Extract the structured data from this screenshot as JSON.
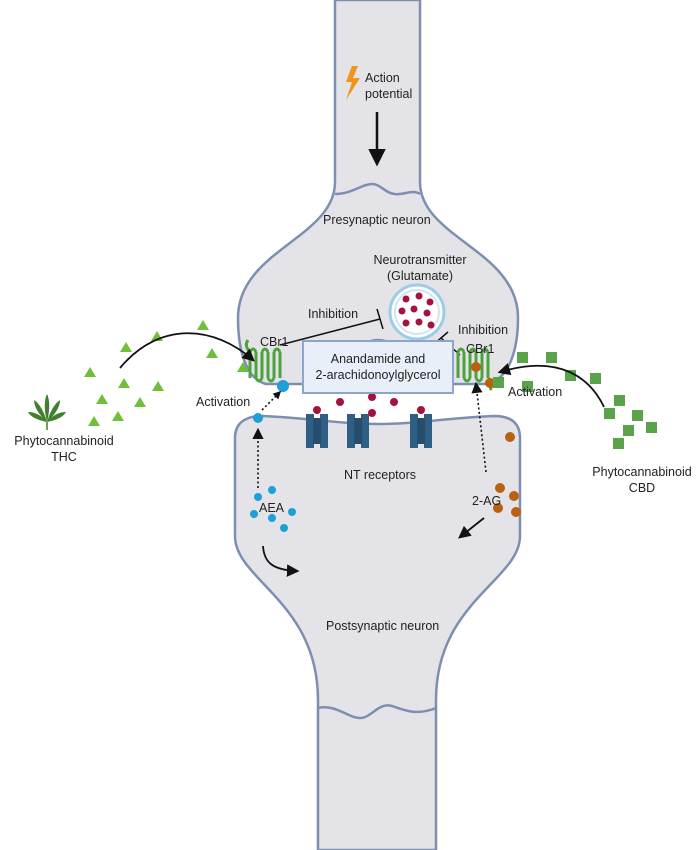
{
  "labels": {
    "action_potential_line1": "Action",
    "action_potential_line2": "potential",
    "presynaptic": "Presynaptic neuron",
    "neurotransmitter_line1": "Neurotransmitter",
    "neurotransmitter_line2": "(Glutamate)",
    "inhibition_left": "Inhibition",
    "inhibition_right": "Inhibition",
    "cbr1_left": "CBr1",
    "cbr1_right": "CBr1",
    "activation_left": "Activation",
    "activation_right": "Activation",
    "thc_line1": "Phytocannabinoid",
    "thc_line2": "THC",
    "cbd_line1": "Phytocannabinoid",
    "cbd_line2": "CBD",
    "nt_receptors": "NT receptors",
    "aea": "AEA",
    "two_ag": "2-AG",
    "box_line1": "Anandamide and",
    "box_line2": "2-arachidonoylglycerol",
    "postsynaptic": "Postsynaptic neuron"
  },
  "colors": {
    "membrane_fill": "#e4e4e8",
    "membrane_stroke": "#7d8fb0",
    "receptor_green": "#4ea23d",
    "vesicle_red": "#a5123f",
    "aea_blue": "#1e9fd6",
    "two_ag_orange": "#b8620f",
    "thc_green": "#6fbf3b",
    "cbd_green": "#5aa34a",
    "nt_receptor_blue": "#2f5f85",
    "lightning_orange": "#f2931c"
  },
  "icons": [
    "lightning-icon",
    "cannabis-leaf-icon",
    "vesicle-icon",
    "cbr1-receptor-icon",
    "nt-receptor-icon"
  ]
}
